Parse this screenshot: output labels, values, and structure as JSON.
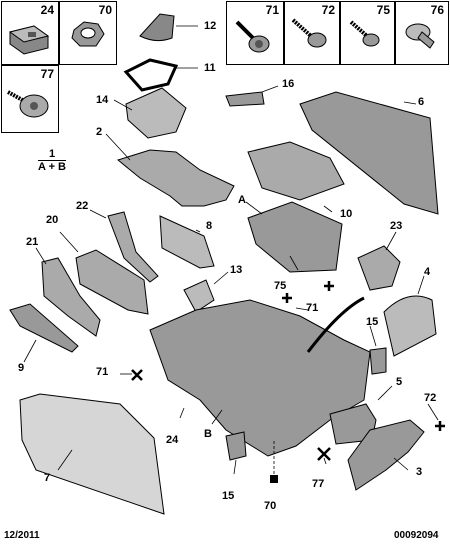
{
  "boxes": {
    "b24": "24",
    "b70": "70",
    "b71": "71",
    "b72": "72",
    "b75": "75",
    "b76": "76",
    "b77": "77"
  },
  "labels": {
    "l12": "12",
    "l11": "11",
    "l16": "16",
    "l6": "6",
    "l14": "14",
    "l2": "2",
    "l1": "1",
    "l1b": "A + B",
    "lA": "A",
    "l10": "10",
    "l22": "22",
    "l20": "20",
    "l21": "21",
    "l8": "8",
    "l23": "23",
    "l13": "13",
    "l75": "75",
    "l71a": "71",
    "l4": "4",
    "l15a": "15",
    "l9": "9",
    "l71b": "71",
    "l5": "5",
    "l72": "72",
    "l24": "24",
    "lB": "B",
    "l7": "7",
    "l15b": "15",
    "l77": "77",
    "l3": "3",
    "l70": "70"
  },
  "footer": {
    "date": "12/2011",
    "ref": "00092094"
  }
}
